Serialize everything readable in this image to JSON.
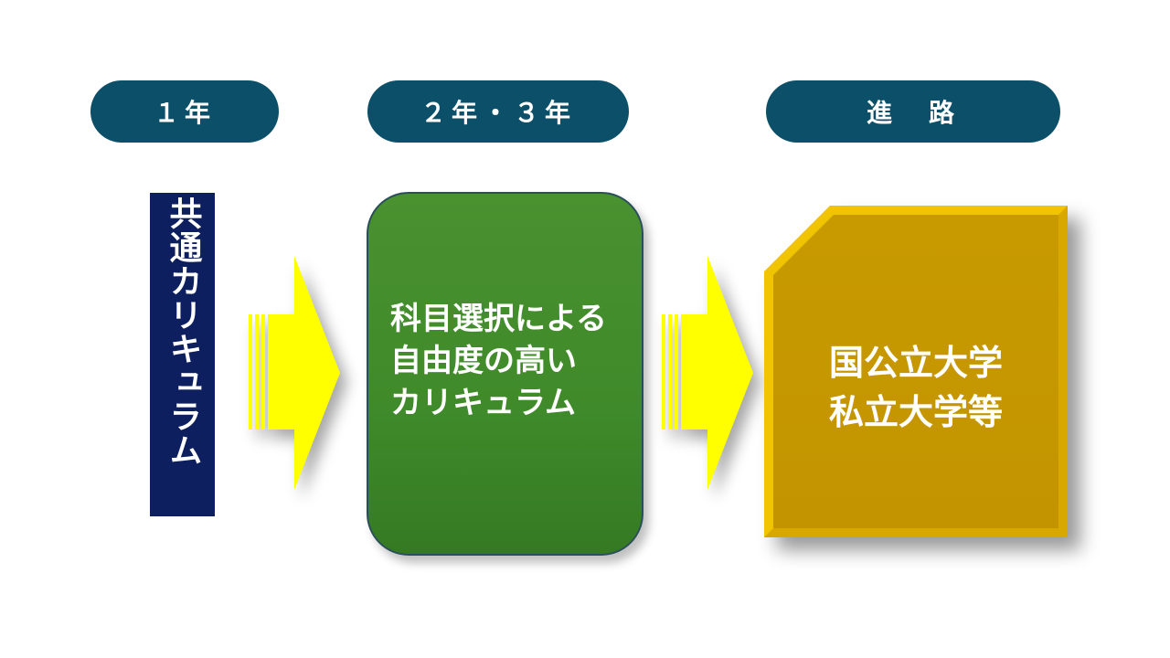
{
  "headers": {
    "year1": "１年",
    "year23": "２年・３年",
    "career": "進　路"
  },
  "stage1": {
    "label": "共通カリキュラム"
  },
  "stage2": {
    "line1": "科目選択による",
    "line2": "自由度の高い",
    "line3": "カリキュラム"
  },
  "stage3": {
    "line1": "国公立大学",
    "line2": "私立大学等"
  },
  "colors": {
    "pill": "#0b5068",
    "vertical_box": "#0d1f5e",
    "arrow": "#ffff00",
    "green_box": "#3f8a2a",
    "gold_box": "#c99a00"
  }
}
